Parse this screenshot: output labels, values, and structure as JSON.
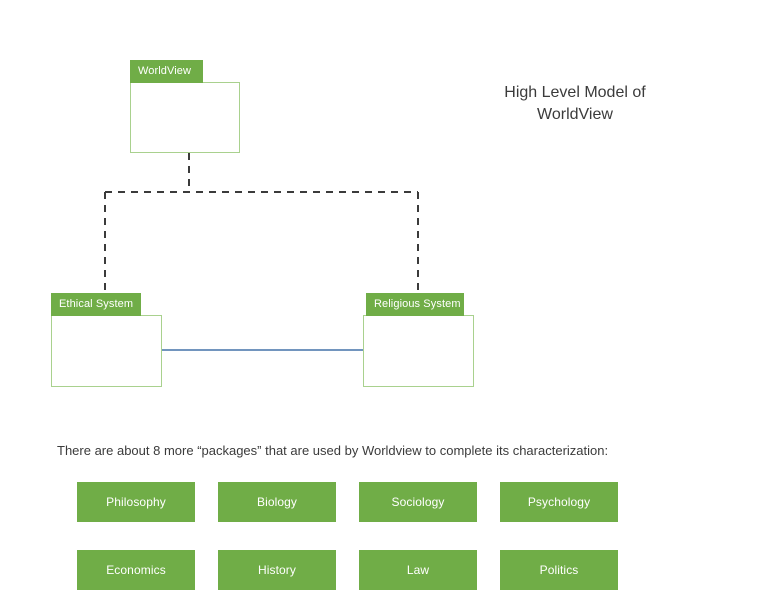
{
  "diagram": {
    "title": "High Level Model of WorldView",
    "title_line1": "High Level Model of",
    "title_line2": "WorldView",
    "caption": "There are about 8 more “packages” that are used by Worldview to complete its characterization:",
    "colors": {
      "package_tab_fill": "#70AD47",
      "package_body_border": "#A9D18E",
      "package_body_fill": "#FFFFFF",
      "dependency_line": "#3B3B3B",
      "association_line": "#4472A8",
      "text": "#3B3B3B",
      "box_label": "#FFFFFF"
    },
    "packages": [
      {
        "id": "worldview",
        "label": "WorldView"
      },
      {
        "id": "ethical",
        "label": "Ethical System"
      },
      {
        "id": "religious",
        "label": "Religious System"
      }
    ],
    "connectors": [
      {
        "id": "worldview-to-ethical",
        "from": "WorldView",
        "to": "Ethical System",
        "style": "dashed",
        "arrow": "open-arrow"
      },
      {
        "id": "worldview-to-religious",
        "from": "WorldView",
        "to": "Religious System",
        "style": "dashed",
        "arrow": "open-arrow"
      },
      {
        "id": "ethical-religious-association",
        "from": "Ethical System",
        "to": "Religious System",
        "style": "solid",
        "arrow": "none"
      }
    ],
    "package_grid": {
      "rows": [
        {
          "boxes": [
            {
              "label": "Philosophy"
            },
            {
              "label": "Biology"
            },
            {
              "label": "Sociology"
            },
            {
              "label": "Psychology"
            }
          ]
        },
        {
          "boxes": [
            {
              "label": "Economics"
            },
            {
              "label": "History"
            },
            {
              "label": "Law"
            },
            {
              "label": "Politics"
            }
          ]
        }
      ]
    }
  }
}
